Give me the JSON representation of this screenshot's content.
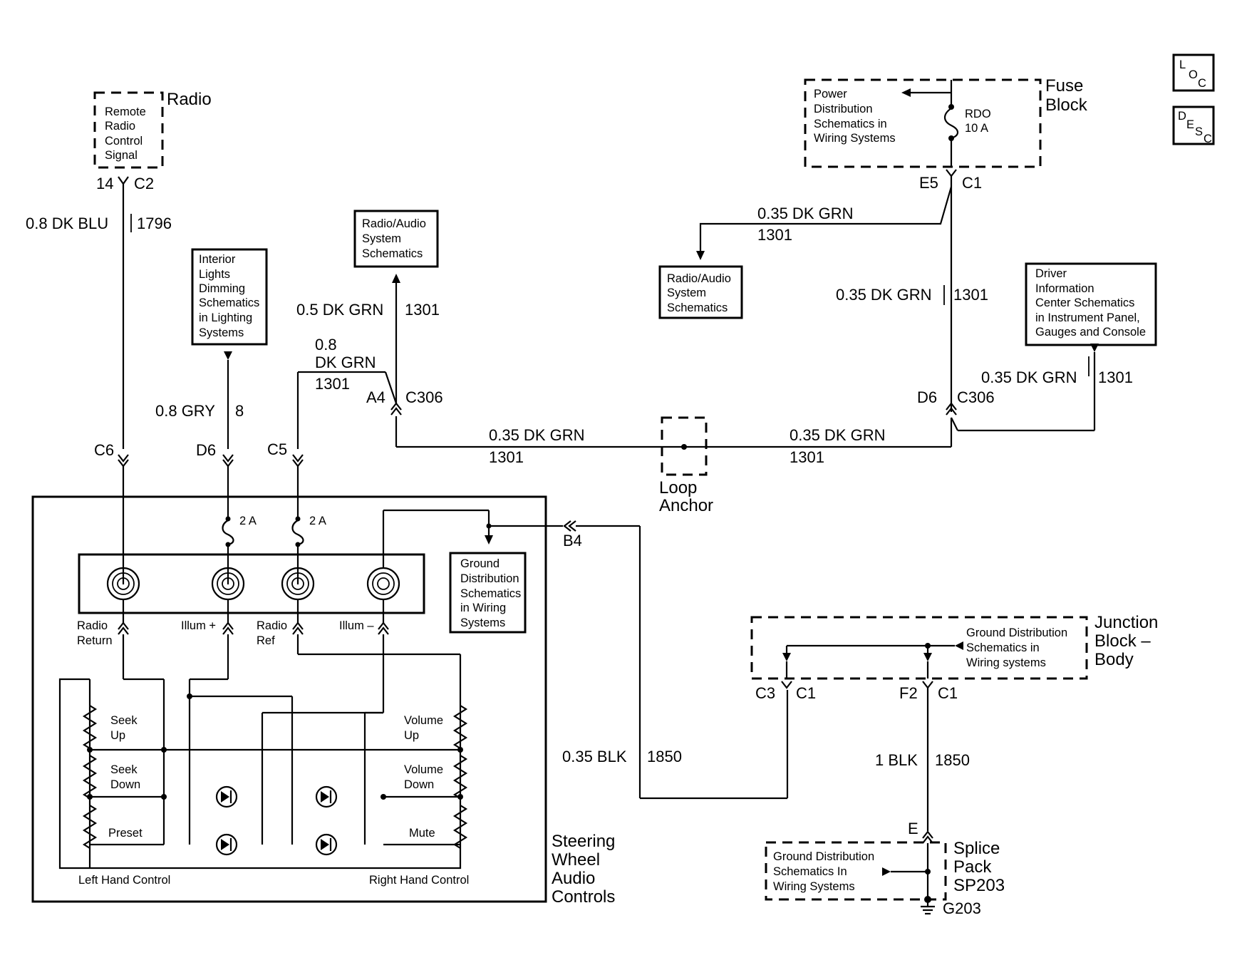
{
  "radio": {
    "box_lines": [
      "Remote",
      "Radio",
      "Control",
      "Signal"
    ],
    "title": "Radio",
    "pin": "14",
    "connector": "C2",
    "wire_color": "0.8 DK BLU",
    "circuit": "1796"
  },
  "fuse_block": {
    "title_lines": [
      "Fuse",
      "Block"
    ],
    "ref_lines": [
      "Power",
      "Distribution",
      "Schematics in",
      "Wiring Systems"
    ],
    "fuse_name": "RDO",
    "fuse_rating": "10 A",
    "pin": "E5",
    "connector": "C1"
  },
  "loc_icon": [
    "L",
    "O",
    "C"
  ],
  "desc_icon": [
    "D",
    "E",
    "S",
    "C"
  ],
  "refs": {
    "radio_audio_1": [
      "Radio/Audio",
      "System",
      "Schematics"
    ],
    "radio_audio_2": [
      "Radio/Audio",
      "System",
      "Schematics"
    ],
    "interior_lights": [
      "Interior",
      "Lights",
      "Dimming",
      "Schematics",
      "in Lighting",
      "Systems"
    ],
    "driver_info": [
      "Driver",
      "Information",
      "Center Schematics",
      "in Instrument Panel,",
      "Gauges and Console"
    ],
    "ground_dist_inside": [
      "Ground",
      "Distribution",
      "Schematics",
      "in Wiring",
      "Systems"
    ]
  },
  "wires": {
    "w1": {
      "color": "0.35 DK GRN",
      "circuit": "1301"
    },
    "w2": {
      "color": "0.35 DK GRN",
      "circuit": "1301"
    },
    "w3": {
      "color": "0.5 DK GRN",
      "circuit": "1301"
    },
    "w4": {
      "color_l1": "0.8",
      "color_l2": "DK GRN",
      "circuit": "1301"
    },
    "w5": {
      "color": "0.35 DK GRN",
      "circuit": "1301"
    },
    "w6": {
      "color": "0.35 DK GRN",
      "circuit": "1301"
    },
    "w7": {
      "color": "0.35 DK GRN",
      "circuit": "1301"
    },
    "gry": {
      "color": "0.8 GRY",
      "circuit": "8"
    },
    "blk1": {
      "color": "0.35 BLK",
      "circuit": "1850"
    },
    "blk2": {
      "color": "1 BLK",
      "circuit": "1850"
    }
  },
  "connectors": {
    "a4": "A4",
    "c306_left": "C306",
    "d6_right": "D6",
    "c306_right": "C306",
    "c6": "C6",
    "d6": "D6",
    "c5": "C5",
    "b4": "B4",
    "c3": "C3",
    "c1_a": "C1",
    "f2": "F2",
    "c1_b": "C1",
    "e": "E"
  },
  "loop_anchor": [
    "Loop",
    "Anchor"
  ],
  "steering": {
    "title_lines": [
      "Steering",
      "Wheel",
      "Audio",
      "Controls"
    ],
    "fuse_a": "2 A",
    "fuse_b": "2 A",
    "pins": {
      "radio_return": [
        "Radio",
        "Return"
      ],
      "illum_plus": "Illum +",
      "radio_ref": [
        "Radio",
        "Ref"
      ],
      "illum_minus": "Illum –"
    },
    "left": {
      "seek_up": [
        "Seek",
        "Up"
      ],
      "seek_down": [
        "Seek",
        "Down"
      ],
      "preset": "Preset",
      "label": "Left Hand Control"
    },
    "right": {
      "volume_up": [
        "Volume",
        "Up"
      ],
      "volume_down": [
        "Volume",
        "Down"
      ],
      "mute": "Mute",
      "label": "Right Hand Control"
    }
  },
  "junction_block": {
    "title_lines": [
      "Junction",
      "Block –",
      "Body"
    ],
    "ref_lines": [
      "Ground Distribution",
      "Schematics in",
      "Wiring systems"
    ]
  },
  "splice_pack": {
    "title_lines": [
      "Splice",
      "Pack",
      "SP203"
    ],
    "ref_lines": [
      "Ground Distribution",
      "Schematics In",
      "Wiring Systems"
    ],
    "ground": "G203"
  }
}
